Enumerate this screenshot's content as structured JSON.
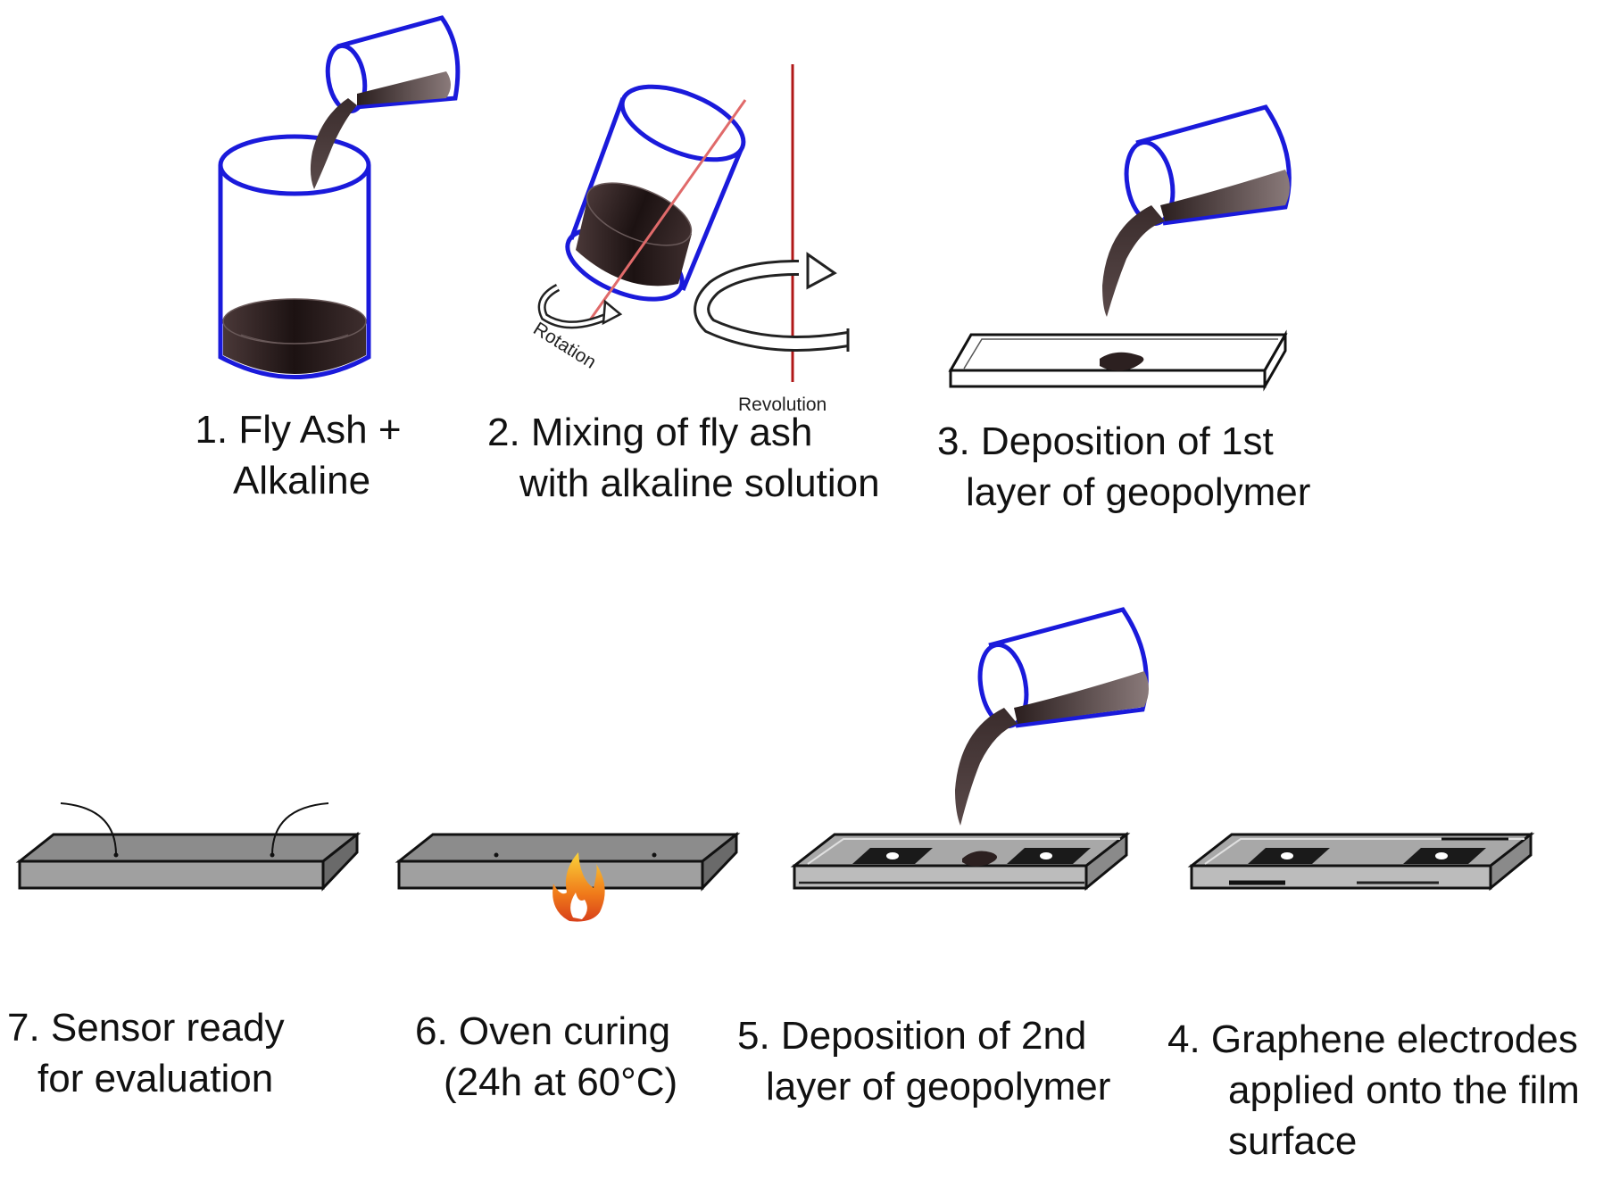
{
  "steps": {
    "step1": {
      "line1": "1. Fly Ash +",
      "line2": "Alkaline"
    },
    "step2": {
      "line1": "2. Mixing of fly ash",
      "line2": "with alkaline solution",
      "rotation_label": "Rotation",
      "revolution_label": "Revolution"
    },
    "step3": {
      "line1": "3. Deposition of 1st",
      "line2": "layer of geopolymer"
    },
    "step4": {
      "line1": "4. Graphene electrodes",
      "line2": "applied onto the film",
      "line3": "surface"
    },
    "step5": {
      "line1": "5. Deposition of 2nd",
      "line2": "layer of geopolymer"
    },
    "step6": {
      "line1": "6. Oven curing",
      "line2": "(24h at 60°C)"
    },
    "step7": {
      "line1": "7. Sensor ready",
      "line2": "for evaluation"
    }
  },
  "icons": [
    "beaker-icon",
    "pouring-beaker-icon",
    "mixer-icon",
    "rotation-arrow-icon",
    "revolution-arrow-icon",
    "glass-slide-icon",
    "graphene-electrode-icon",
    "flame-icon",
    "sensor-wire-icon"
  ],
  "colors": {
    "beaker_outline": "#1a1adb",
    "mixture": "#2a1e1e",
    "axis_line": "#b01818",
    "slide_gray": "#8c8c8c",
    "flame_orange": "#f07a1a"
  }
}
